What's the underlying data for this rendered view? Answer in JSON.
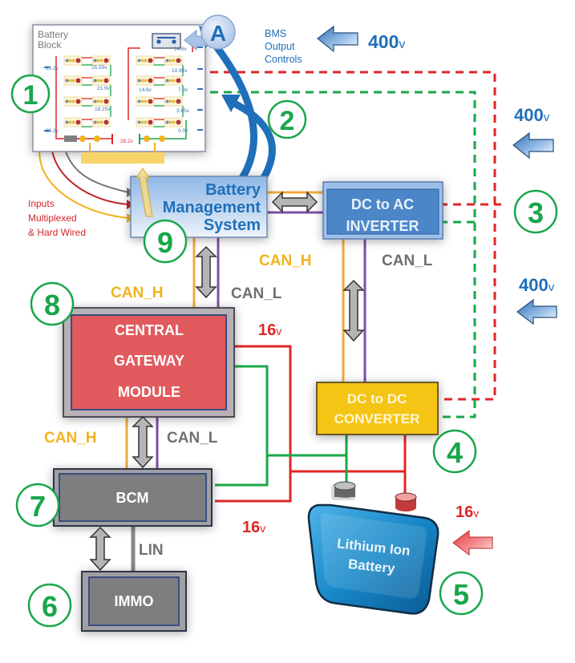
{
  "colors": {
    "green": "#1aa64a",
    "red": "#e02626",
    "orange": "#f2a93b",
    "purple": "#7a4fa8",
    "blue_text": "#1f6fba",
    "gray_text": "#707070",
    "can_h": "#f2b21e",
    "gateway_fill": "#e05a5e",
    "converter_fill": "#f5c518",
    "inverter_fill": "#4a86c8",
    "bcm_fill": "#808080"
  },
  "battery_block": {
    "title_line1": "Battery",
    "title_line2": "Block",
    "left_voltages": [
      "29.2v",
      "25.55v",
      "21.9v",
      "18.25v",
      "29.2v"
    ],
    "right_voltages": [
      "14.6v",
      "10.95v",
      "14.6v",
      "7.3v",
      "3.65v",
      "0.0v"
    ],
    "bottom_voltage": "29.2v"
  },
  "bms_output": {
    "circle_label": "A",
    "line1": "BMS",
    "line2": "Output",
    "line3": "Controls",
    "voltage_value": "400",
    "voltage_unit": "v"
  },
  "inputs_label": {
    "line1": "Inputs",
    "line2": "Multiplexed",
    "line3": "& Hard Wired"
  },
  "components": {
    "bms": {
      "number": "9",
      "line1": "Battery",
      "line2": "Management",
      "line3": "System"
    },
    "inverter": {
      "number": "3",
      "line1": "DC to AC",
      "line2": "INVERTER"
    },
    "gateway": {
      "number": "8",
      "line1": "CENTRAL",
      "line2": "GATEWAY",
      "line3": "MODULE"
    },
    "converter": {
      "number": "4",
      "line1": "DC to DC",
      "line2": "CONVERTER"
    },
    "bcm": {
      "number": "7",
      "label": "BCM"
    },
    "immo": {
      "number": "6",
      "label": "IMMO"
    },
    "battery": {
      "number": "5",
      "line1": "Lithium Ion",
      "line2": "Battery"
    },
    "battery_block": {
      "number": "1"
    },
    "hv_link": {
      "number": "2"
    }
  },
  "bus_labels": {
    "bms_gateway_h": "CAN_H",
    "bms_gateway_l": "CAN_L",
    "inverter_converter_h": "CAN_H",
    "inverter_converter_l": "CAN_L",
    "gateway_bcm_h": "CAN_H",
    "gateway_bcm_l": "CAN_L",
    "bcm_immo": "LIN"
  },
  "voltage_labels": {
    "right_upper": {
      "value": "400",
      "unit": "v"
    },
    "right_lower": {
      "value": "400",
      "unit": "v"
    },
    "gateway": {
      "value": "16",
      "unit": "v"
    },
    "bcm": {
      "value": "16",
      "unit": "v"
    },
    "battery": {
      "value": "16",
      "unit": "v"
    }
  }
}
